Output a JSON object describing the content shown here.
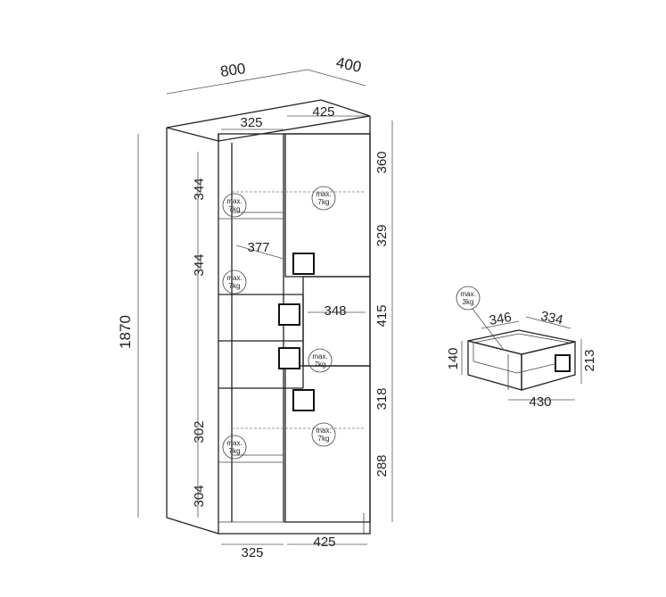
{
  "overall": {
    "width": "800",
    "depth": "400",
    "height": "1870"
  },
  "top_widths": {
    "left": "325",
    "right": "425"
  },
  "bottom_widths": {
    "left": "325",
    "right": "425"
  },
  "right_heights": [
    "360",
    "329",
    "415",
    "318",
    "288"
  ],
  "left_heights": [
    "344",
    "344",
    "302",
    "304"
  ],
  "inner": {
    "left_depth": "377",
    "right_width": "348"
  },
  "load_label": {
    "line1": "max.",
    "line2": "7kg"
  },
  "drawer": {
    "load_line1": "max.",
    "load_line2": "3kg",
    "inner_width": "346",
    "inner_depth": "334",
    "inner_height": "140",
    "outer_height": "213",
    "outer_width": "430"
  }
}
